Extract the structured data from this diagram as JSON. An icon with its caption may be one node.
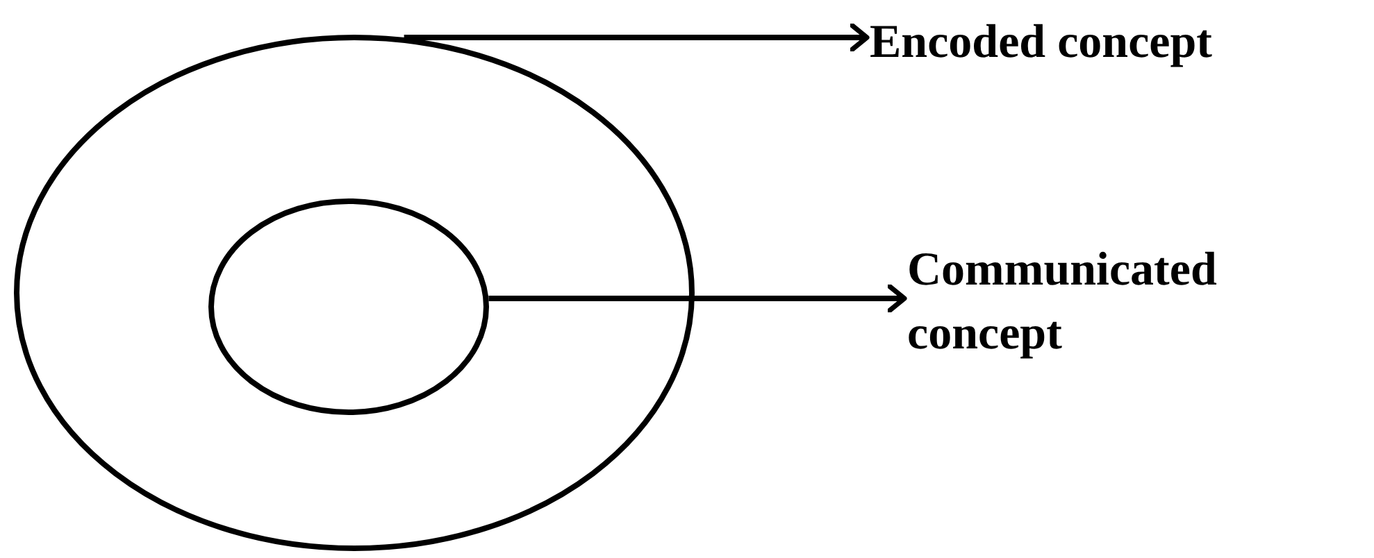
{
  "diagram": {
    "nodes": [
      {
        "text": [],
        "shape": "ellipse"
      },
      {
        "text": [],
        "shape": "ellipse",
        "in": 0
      },
      {
        "text": [
          "Encoded concept"
        ]
      },
      {
        "text": [
          "Communicated concept"
        ]
      }
    ],
    "edges": [
      {
        "from": 0,
        "to": 2,
        "arrow": "to"
      },
      {
        "from": 1,
        "to": 3,
        "arrow": "to"
      }
    ]
  }
}
